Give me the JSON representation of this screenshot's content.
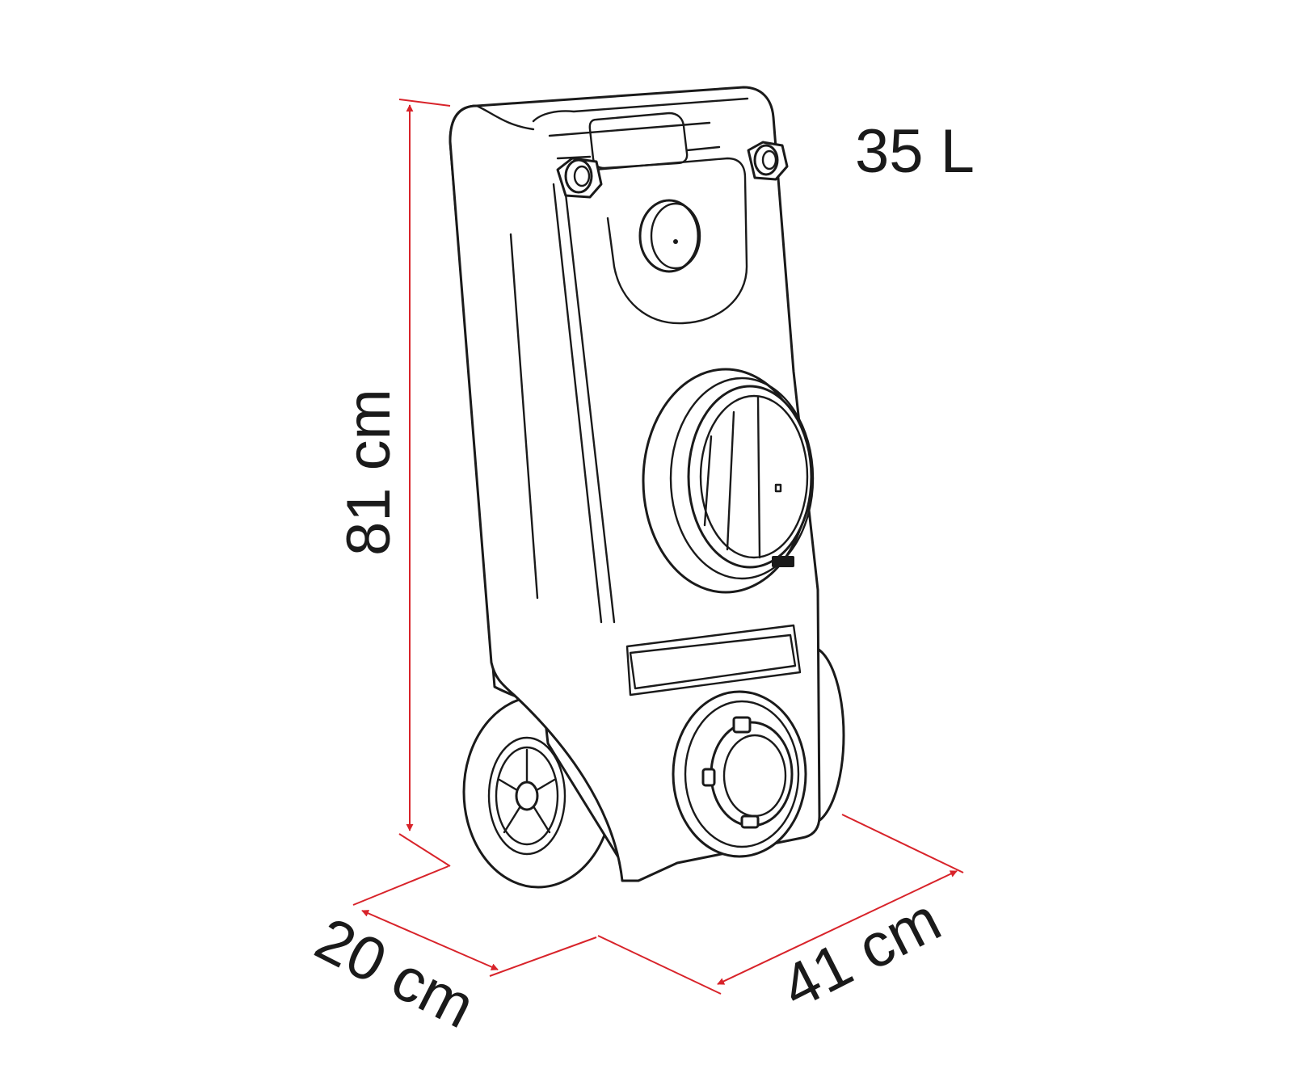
{
  "labels": {
    "volume": "35 L",
    "height": "81 cm",
    "depth": "20 cm",
    "width": "41 cm"
  },
  "colors": {
    "dimension": "#d8232a",
    "line": "#1a1a1a",
    "background": "#ffffff"
  }
}
